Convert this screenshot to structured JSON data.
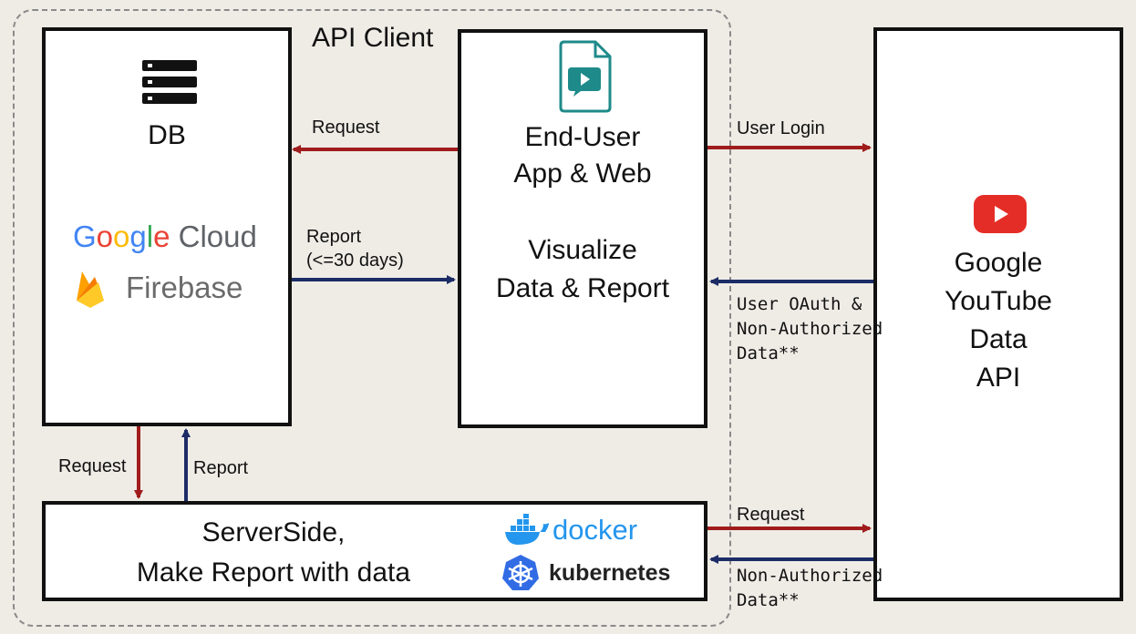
{
  "api_client": {
    "label": "API Client"
  },
  "db_box": {
    "title": "DB",
    "google_cloud": {
      "google": [
        "G",
        "o",
        "o",
        "g",
        "l",
        "e"
      ],
      "cloud": "Cloud"
    },
    "firebase": "Firebase"
  },
  "app_box": {
    "title_line1": "End-User",
    "title_line2": "App & Web",
    "desc_line1": "Visualize",
    "desc_line2": "Data & Report"
  },
  "youtube_box": {
    "line1": "Google",
    "line2": "YouTube",
    "line3": "Data",
    "line4": "API"
  },
  "server_box": {
    "line1": "ServerSide,",
    "line2": "Make Report with data",
    "docker": "docker",
    "kubernetes": "kubernetes"
  },
  "arrows": {
    "app_to_db": "Request",
    "db_to_app_line1": "Report",
    "db_to_app_line2": "(<=30 days)",
    "app_to_yt": "User Login",
    "yt_to_app_line1": "User OAuth &",
    "yt_to_app_line2": "Non-Authorized",
    "yt_to_app_line3": "Data**",
    "db_to_server": "Request",
    "server_to_db": "Report",
    "server_to_yt": "Request",
    "yt_to_server_line1": "Non-Authorized",
    "yt_to_server_line2": "Data**"
  },
  "colors": {
    "request_arrow": "#a01c1c",
    "report_arrow": "#1c2c66",
    "youtube_red": "#e52d27",
    "docker_blue": "#2496ed",
    "kubernetes_blue": "#326ce5",
    "firebase_yellow": "#ffca28",
    "app_icon_teal": "#1f8a8a"
  },
  "icons": [
    "database-server-icon",
    "firebase-icon",
    "video-chat-document-icon",
    "youtube-play-icon",
    "docker-whale-icon",
    "kubernetes-helm-icon"
  ]
}
